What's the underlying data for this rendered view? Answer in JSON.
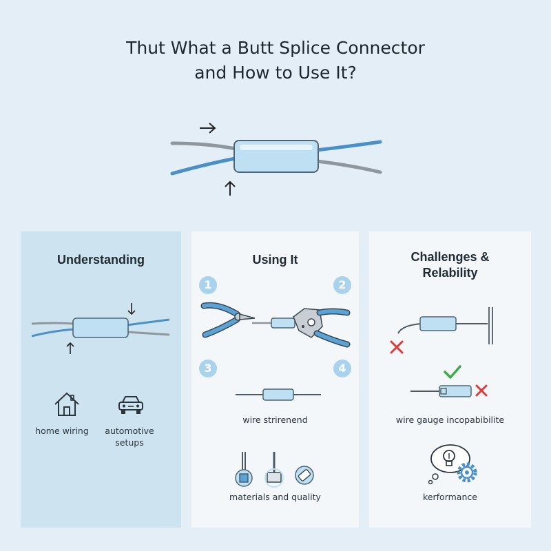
{
  "title": {
    "line1": "Thut What a Butt Splice Connector",
    "line2": "and How to Use It?"
  },
  "colors": {
    "wire_blue": "#4a90c8",
    "wire_grey": "#8e979e",
    "connector": "#bfe0f2",
    "panel_highlight": "#cde3ef",
    "panel_plain": "#f3f7fa",
    "step_badge": "#a9d3ec",
    "check": "#3eaa4a",
    "cross": "#dc3b3b"
  },
  "panels": {
    "understanding": {
      "heading": "Understanding",
      "items": [
        {
          "label": "home wiring",
          "icon": "house-icon"
        },
        {
          "label": "automotive setups",
          "icon": "car-icon"
        }
      ]
    },
    "using": {
      "heading": "Using It",
      "steps": [
        "1",
        "2",
        "3",
        "4"
      ],
      "caption_strip": "wire strirenend",
      "caption_materials": "materials and quality"
    },
    "challenges": {
      "heading_line1": "Challenges &",
      "heading_line2": "Relability",
      "caption_gauge": "wire gauge incopabibilite",
      "caption_performance": "kerformance"
    }
  }
}
